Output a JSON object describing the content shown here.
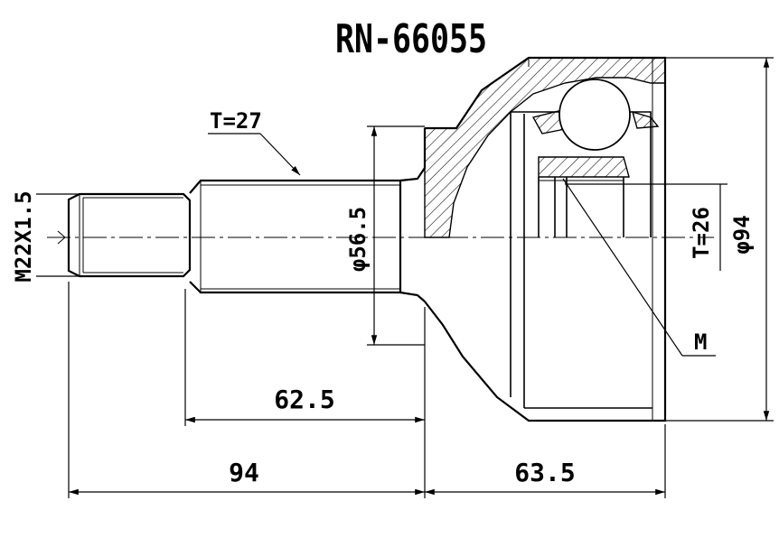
{
  "title": "RN-66055",
  "labels": {
    "thread": "M22X1.5",
    "spline_shaft": "T=27",
    "dia_flange": "φ56.5",
    "spline_inner": "T=26",
    "dia_outer": "φ94",
    "marker": "M",
    "len_shaft": "62.5",
    "len_total_left": "94",
    "len_bell": "63.5"
  },
  "colors": {
    "line": "#000000",
    "background": "#ffffff"
  }
}
